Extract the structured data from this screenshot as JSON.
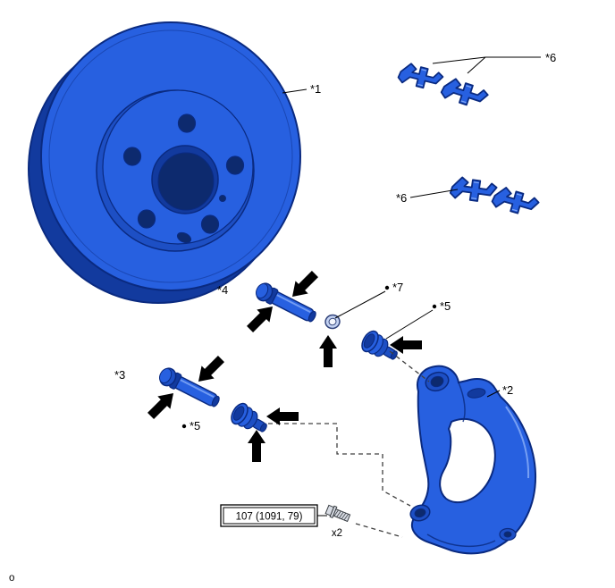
{
  "page": {
    "footer_mark": "o"
  },
  "colors": {
    "part_fill": "#2760e0",
    "part_mid": "#1d4fc4",
    "part_dark": "#123a9e",
    "part_outline": "#0a2a80",
    "part_hole": "#0d2a6e",
    "part_highlight": "#7fa6f5",
    "metal_fill": "#d7dbe3",
    "label_color": "#000000",
    "arrow_color": "#000000",
    "dash_color": "#404040"
  },
  "labels": {
    "disc": "*1",
    "bracket": "*2",
    "pin_lower": "*3",
    "pin_upper": "*4",
    "boot_left": "*5",
    "boot_right": "*5",
    "clips_top": "*6",
    "clips_mid": "*6",
    "ring": "*7"
  },
  "torque": {
    "value": "107 (1091, 79)",
    "count": "x2"
  }
}
